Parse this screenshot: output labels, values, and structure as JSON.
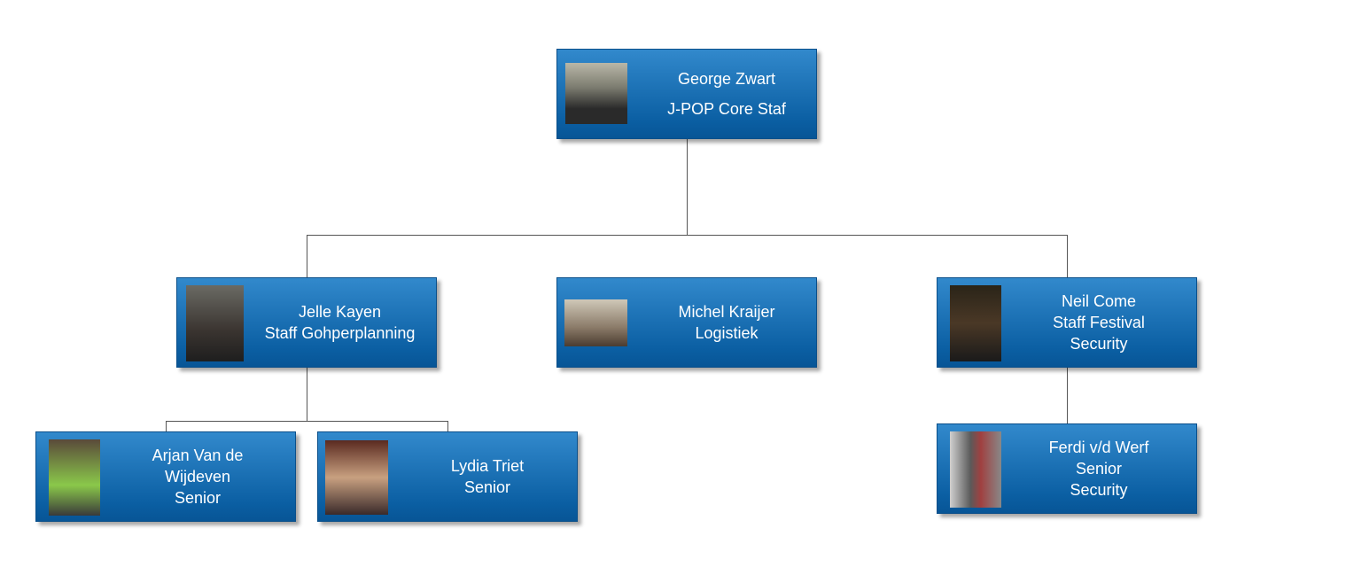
{
  "nodes": {
    "george": {
      "name": "George Zwart",
      "role": "J-POP Core Staf"
    },
    "jelle": {
      "name": "Jelle Kayen",
      "role": "Staff Gohperplanning"
    },
    "michel": {
      "name": "Michel Kraijer",
      "role": "Logistiek"
    },
    "neil": {
      "name": "Neil Come",
      "role": "Staff Festival",
      "role2": "Security"
    },
    "arjan": {
      "name": "Arjan Van de",
      "name2": "Wijdeven",
      "role": "Senior"
    },
    "lydia": {
      "name": "Lydia Triet",
      "role": "Senior"
    },
    "ferdi": {
      "name": "Ferdi v/d Werf",
      "role": "Senior",
      "role2": "Security"
    }
  },
  "colors": {
    "box_top": "#3289cc",
    "box_bottom": "#075596",
    "connector": "#555555"
  }
}
